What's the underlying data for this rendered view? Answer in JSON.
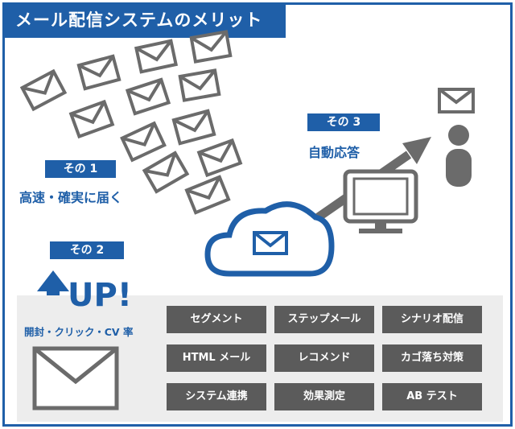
{
  "title": "メール配信システムのメリット",
  "colors": {
    "accent": "#1f5fa8",
    "button": "#5b5b5b",
    "panel": "#ededed",
    "icon": "#6b6b6b"
  },
  "points": [
    {
      "tag": "その 1",
      "caption": "高速・確実に届く"
    },
    {
      "tag": "その 2",
      "headline": "UP!",
      "caption": "開封・クリック・CV 率"
    },
    {
      "tag": "その 3",
      "caption": "自動応答"
    }
  ],
  "features": [
    "セグメント",
    "ステップメール",
    "シナリオ配信",
    "HTML メール",
    "レコメンド",
    "カゴ落ち対策",
    "システム連携",
    "効果測定",
    "AB テスト"
  ]
}
